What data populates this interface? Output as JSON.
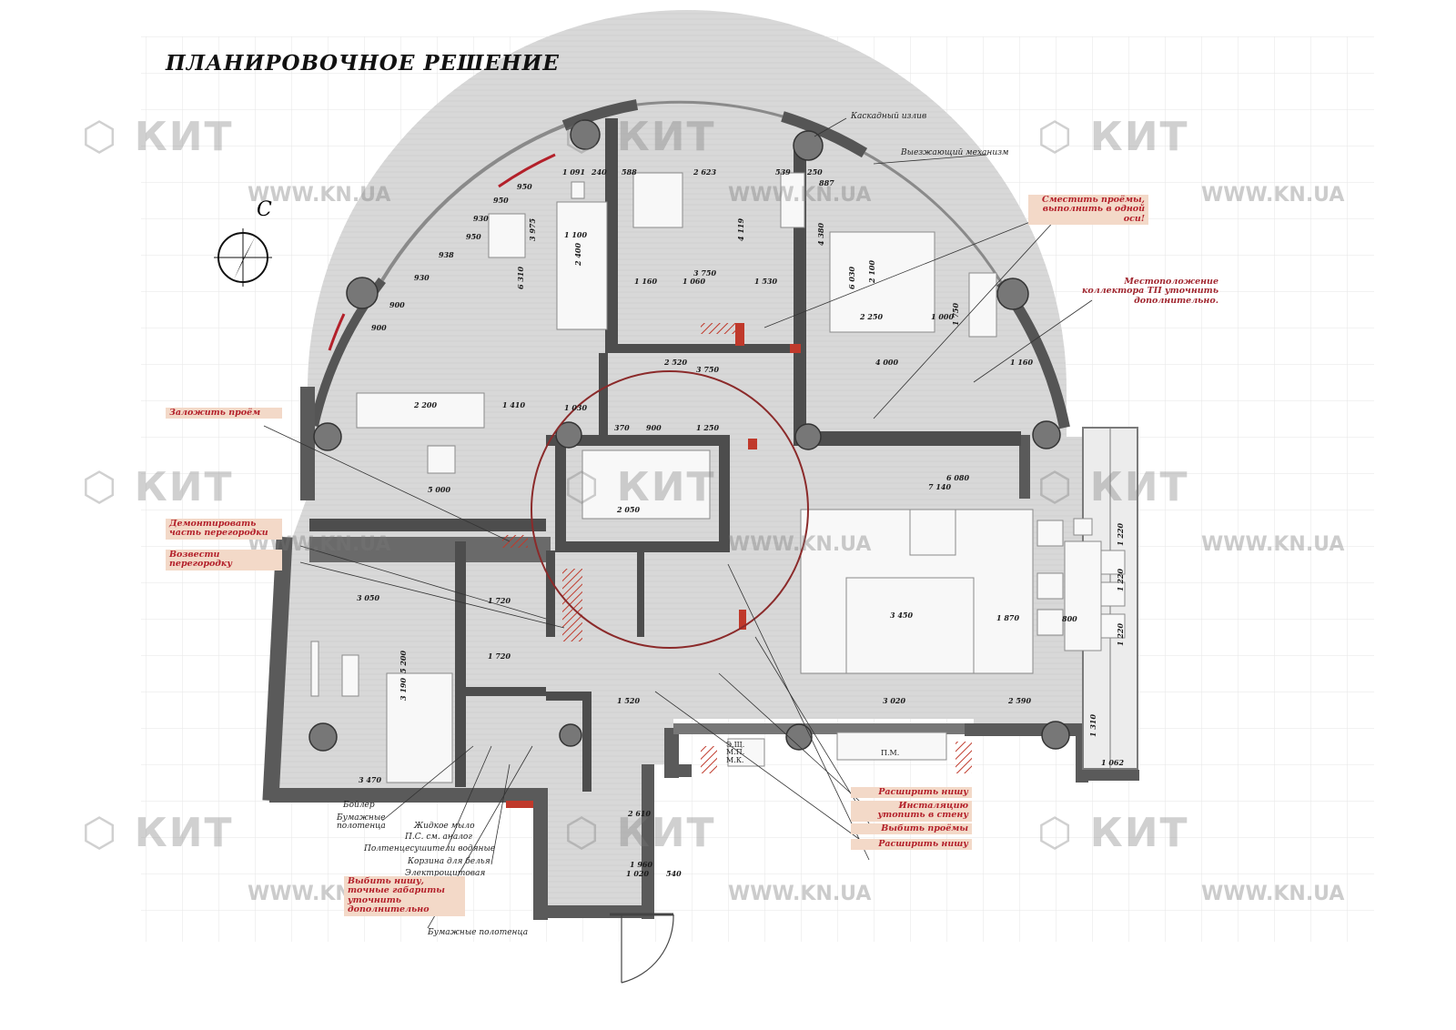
{
  "title": "ПЛАНИРОВОЧНОЕ   РЕШЕНИЕ",
  "compass": {
    "label": "С"
  },
  "watermark": {
    "logo": "КИТ",
    "url": "WWW.KN.UA"
  },
  "colors": {
    "wall": "#555555",
    "floor": "#d9d9d9",
    "accent": "#b3202a",
    "note_bg": "#f3d9c8",
    "grid": "#e3e3e3"
  },
  "notes": {
    "cascade": "Каскадный излив",
    "drawer": "Выезжающий механизм",
    "boiler": "Бойлер",
    "paper_towels": "Бумажные полотенца",
    "liquid_soap": "Жидкое мыло",
    "ps": "П.С. см. аналог",
    "towel_dryers": "Полтенцесушители водяные",
    "laundry_basket": "Корзина для белья",
    "electric_panel": "Электрощитовая",
    "paper_towels_2": "Бумажные полотенца"
  },
  "red_notes": {
    "shift_openings": "Сместить проёмы, выполнить в одной оси!",
    "collector": "Местоположение коллектора ТП уточнить дополнительно.",
    "close_opening": "Заложить проём",
    "demolish_partition": "Демонтировать часть перегородки",
    "build_partition": "Возвести перегородку",
    "widen_niche_1": "Расширить нишу",
    "install_sunk": "Инсталяцию утопить в стену",
    "cut_openings": "Выбить проёмы",
    "widen_niche_2": "Расширить нишу",
    "cut_niche": "Выбить нишу, точные габариты уточнить дополнительно"
  },
  "dimensions": [
    "1 091",
    "240",
    "588",
    "2 623",
    "539",
    "250",
    "887",
    "950",
    "950",
    "930",
    "950",
    "938",
    "930",
    "900",
    "900",
    "3 975",
    "6 310",
    "1 100",
    "2 400",
    "4 119",
    "1 160",
    "1 060",
    "3 750",
    "1 530",
    "4 380",
    "6 030",
    "2 100",
    "2 250",
    "1 000",
    "1 750",
    "2 520",
    "3 750",
    "4 000",
    "1 160",
    "2 200",
    "1 410",
    "1 030",
    "370",
    "900",
    "1 250",
    "5 000",
    "7 140",
    "6 080",
    "3 450",
    "1 870",
    "3 050",
    "1 720",
    "1 720",
    "3 190",
    "5 200",
    "3 470",
    "1 520",
    "2 610",
    "1 960",
    "1 020",
    "540",
    "3 020",
    "2 590",
    "1 310",
    "1 062",
    "2 050",
    "800",
    "1 220",
    "1 220",
    "1 220"
  ],
  "labels": {
    "pp1": "Э.Щ. М.П. М.К.",
    "pp2": "П.М."
  }
}
